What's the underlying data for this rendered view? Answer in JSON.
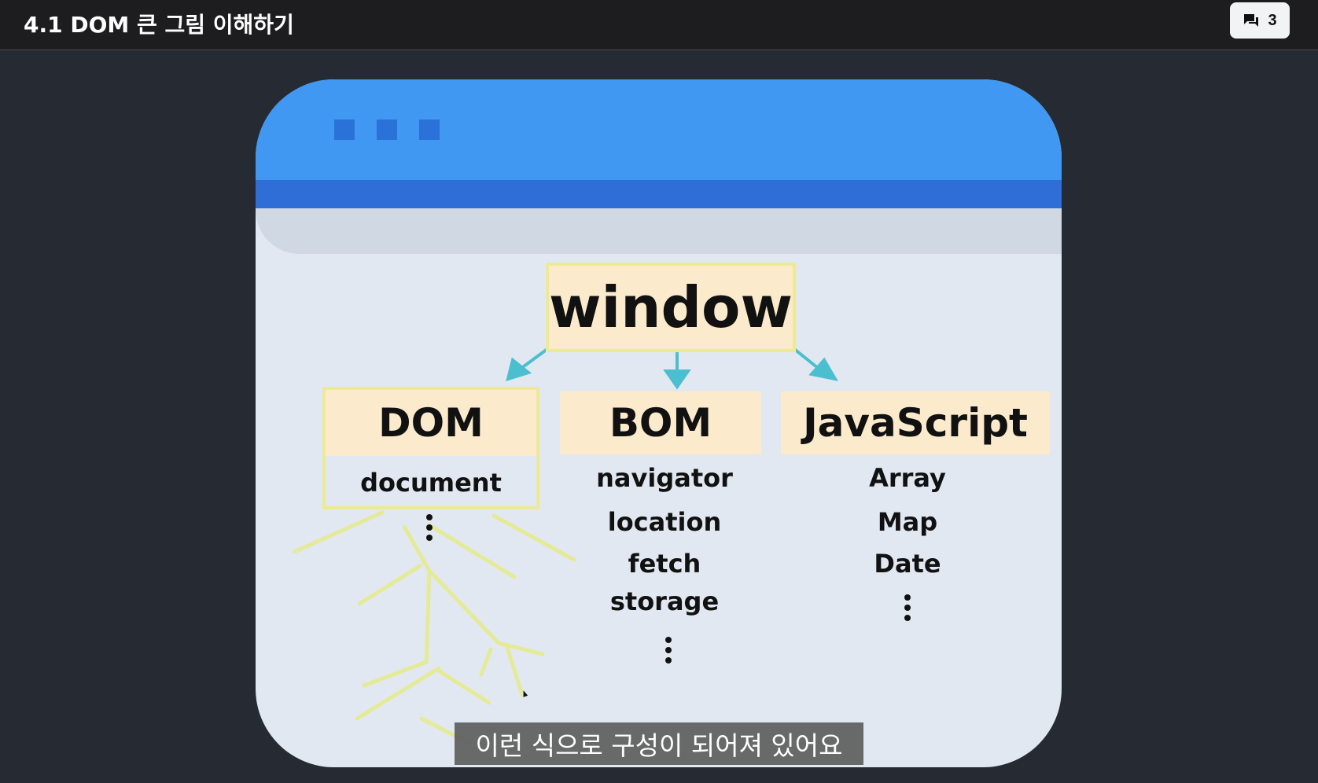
{
  "header": {
    "title": "4.1 DOM 큰 그림 이해하기",
    "comment_count": "3"
  },
  "diagram": {
    "root": "window",
    "columns": [
      {
        "name": "DOM",
        "items": [
          "document"
        ]
      },
      {
        "name": "BOM",
        "items": [
          "navigator",
          "location",
          "fetch",
          "storage"
        ]
      },
      {
        "name": "JavaScript",
        "items": [
          "Array",
          "Map",
          "Date"
        ]
      }
    ]
  },
  "colors": {
    "browser_blue": "#4098f2",
    "browser_stripe": "#2f6ed6",
    "box_fill": "#fbebcc",
    "box_border": "#eceb93",
    "arrow": "#4bbfcf",
    "tree": "#e4ea96"
  },
  "subtitle": "이런 식으로 구성이 되어져 있어요"
}
